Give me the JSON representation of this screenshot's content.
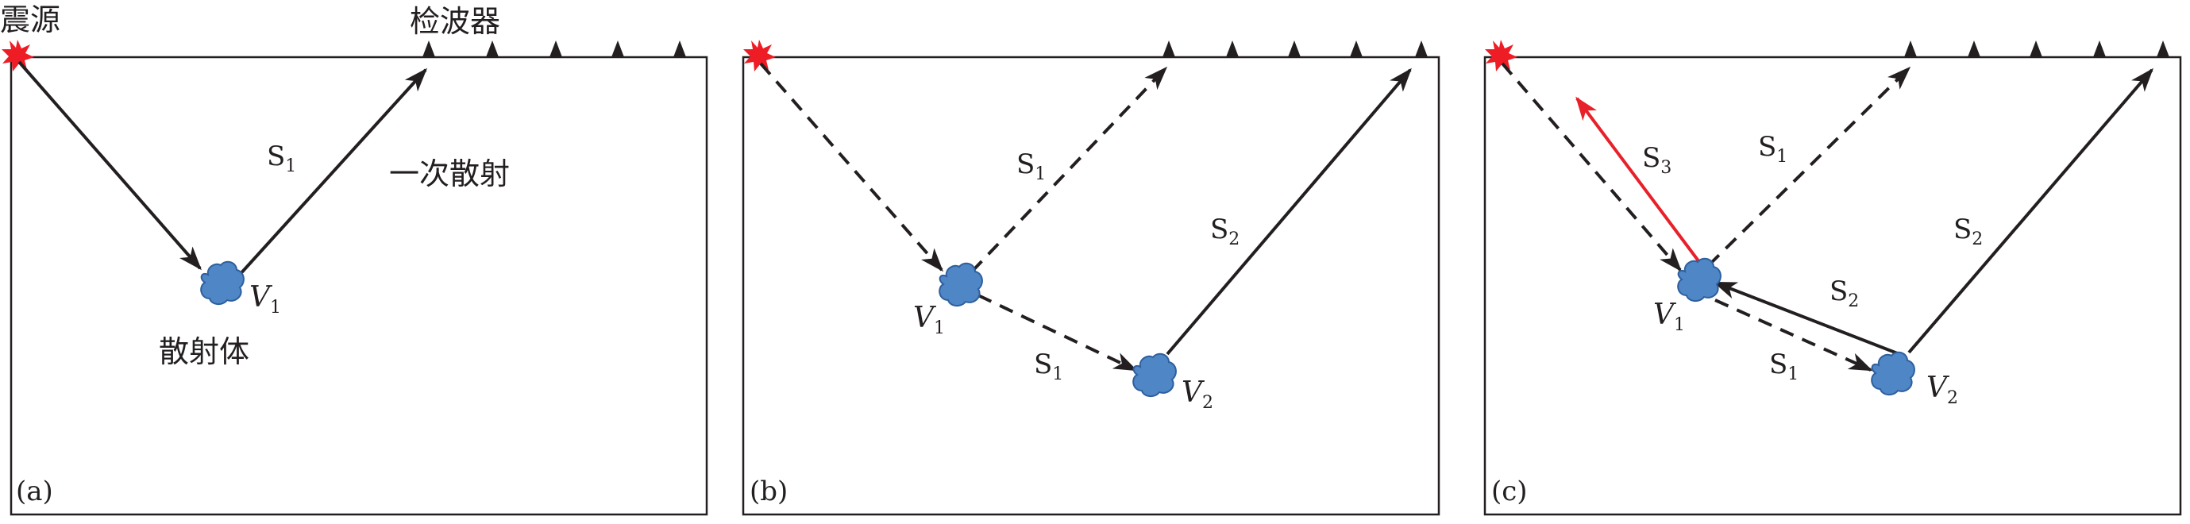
{
  "colors": {
    "ink": "#231f20",
    "scatterer_fill": "#4f86c6",
    "scatterer_edge": "#2e5f9e",
    "source_red": "#ee1c25",
    "highlight_red": "#e8202a"
  },
  "icons": {
    "source": "red-starburst-icon",
    "receiver": "black-triangle-icon",
    "scatterer": "blue-blob-icon"
  },
  "panel_a": {
    "tag": "(a)",
    "source_label": "震源",
    "receiver_label": "检波器",
    "annotation": "一次散射",
    "scatterer_label": "散射体",
    "ray_s1": {
      "base": "S",
      "sub": "1"
    },
    "v1": {
      "base": "V",
      "sub": "1"
    }
  },
  "panel_b": {
    "tag": "(b)",
    "ray_s1_up": {
      "base": "S",
      "sub": "1"
    },
    "ray_s1_down": {
      "base": "S",
      "sub": "1"
    },
    "ray_s2": {
      "base": "S",
      "sub": "2"
    },
    "v1": {
      "base": "V",
      "sub": "1"
    },
    "v2": {
      "base": "V",
      "sub": "2"
    }
  },
  "panel_c": {
    "tag": "(c)",
    "ray_s3": {
      "base": "S",
      "sub": "3"
    },
    "ray_s1_up": {
      "base": "S",
      "sub": "1"
    },
    "ray_s2_right": {
      "base": "S",
      "sub": "2"
    },
    "ray_s2_mid": {
      "base": "S",
      "sub": "2"
    },
    "ray_s1_low": {
      "base": "S",
      "sub": "1"
    },
    "v1": {
      "base": "V",
      "sub": "1"
    },
    "v2": {
      "base": "V",
      "sub": "2"
    }
  }
}
